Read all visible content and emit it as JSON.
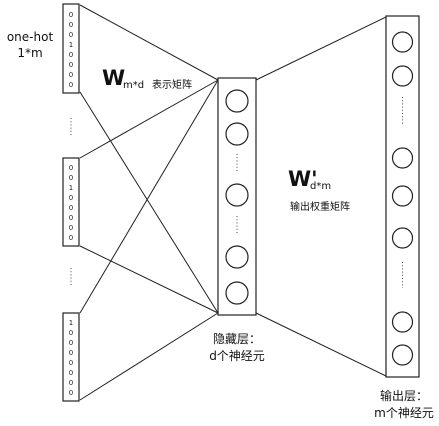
{
  "input": {
    "label_line1": "one-hot",
    "label_line2": "1*m",
    "vectors": [
      [
        "0",
        "0",
        "0",
        "1",
        "0",
        "0",
        "0",
        "0"
      ],
      [
        "0",
        "0",
        "1",
        "0",
        "0",
        "0",
        "0",
        "0"
      ],
      [
        "1",
        "0",
        "0",
        "0",
        "0",
        "0",
        "0",
        "0"
      ]
    ]
  },
  "weights_in": {
    "symbol": "W",
    "subscript": "m*d",
    "caption": "表示矩阵"
  },
  "weights_out": {
    "symbol": "W'",
    "subscript": "d*m",
    "caption": "输出权重矩阵"
  },
  "hidden": {
    "label_line1": "隐藏层：",
    "label_line2": "d个神经元"
  },
  "output": {
    "label_line1": "输出层：",
    "label_line2": "m个神经元"
  }
}
